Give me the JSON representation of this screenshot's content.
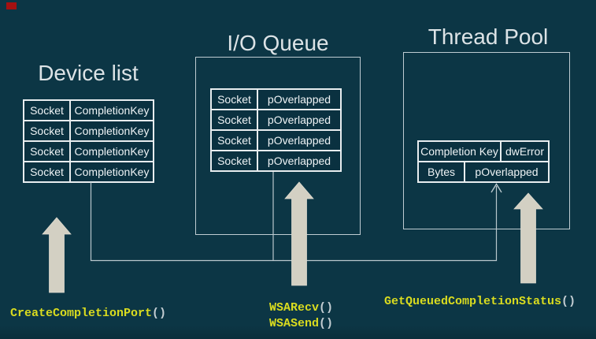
{
  "titles": {
    "device": "Device list",
    "io": "I/O Queue",
    "thread": "Thread Pool"
  },
  "tables": {
    "device": {
      "rows": [
        {
          "c1": "Socket",
          "c2": "CompletionKey"
        },
        {
          "c1": "Socket",
          "c2": "CompletionKey"
        },
        {
          "c1": "Socket",
          "c2": "CompletionKey"
        },
        {
          "c1": "Socket",
          "c2": "CompletionKey"
        }
      ]
    },
    "io": {
      "rows": [
        {
          "c1": "Socket",
          "c2": "pOverlapped"
        },
        {
          "c1": "Socket",
          "c2": "pOverlapped"
        },
        {
          "c1": "Socket",
          "c2": "pOverlapped"
        },
        {
          "c1": "Socket",
          "c2": "pOverlapped"
        }
      ]
    },
    "thread": {
      "rows": [
        {
          "c1": "Completion Key",
          "c2": "dwError"
        },
        {
          "c1": "Bytes",
          "c2": "pOverlapped"
        }
      ]
    }
  },
  "functions": {
    "create": {
      "name": "CreateCompletionPort",
      "parens": "()"
    },
    "recv": {
      "name": "WSARecv",
      "parens": "()"
    },
    "send": {
      "name": "WSASend",
      "parens": "()"
    },
    "get": {
      "name": "GetQueuedCompletionStatus",
      "parens": "()"
    }
  },
  "icons": {
    "up_arrow_device": "thick-up-arrow",
    "up_arrow_io": "thick-up-arrow",
    "up_arrow_thread": "thick-up-arrow",
    "thin_arrow": "thin-up-arrow"
  },
  "colors": {
    "background": "#0c3645",
    "table_border": "#e8edef",
    "cell_fill": "#0a3140",
    "box_border": "#bfccd2",
    "connector_line": "#b9c7cd",
    "arrow_fill": "#d3d0c3",
    "title_text": "#dce3e6",
    "table_text": "#eef3f5",
    "function_name": "#dadc1f",
    "function_parens": "#c3cdd2",
    "red_marker": "#a41111"
  }
}
